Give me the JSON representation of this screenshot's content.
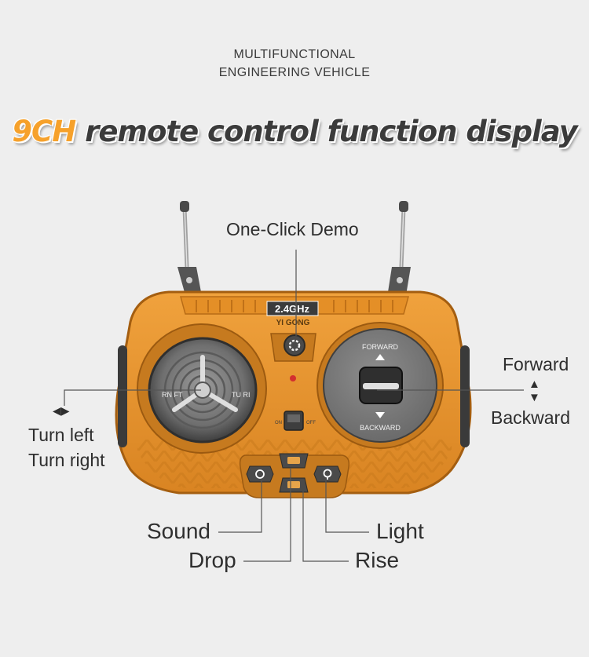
{
  "header": {
    "subtitle_line1": "MULTIFUNCTIONAL",
    "subtitle_line2": "ENGINEERING VEHICLE",
    "headline_accent": "9CH",
    "headline_rest": " remote control function display"
  },
  "remote": {
    "badge_frequency": "2.4GHz",
    "badge_brand": "YI GONG",
    "stick_forward": "FORWARD",
    "stick_backward": "BACKWARD",
    "wheel_left": "RN FT",
    "wheel_right": "TU RI",
    "switch_on": "ON",
    "switch_off": "OFF"
  },
  "callouts": {
    "demo": "One-Click Demo",
    "forward": "Forward",
    "backward": "Backward",
    "turn_left": "Turn left",
    "turn_right": "Turn right",
    "sound": "Sound",
    "drop": "Drop",
    "light": "Light",
    "rise": "Rise"
  },
  "colors": {
    "body_orange": "#e8962e",
    "body_dark": "#a45e10",
    "accent_text": "#f6a12b",
    "stick_plate": "#858585"
  }
}
